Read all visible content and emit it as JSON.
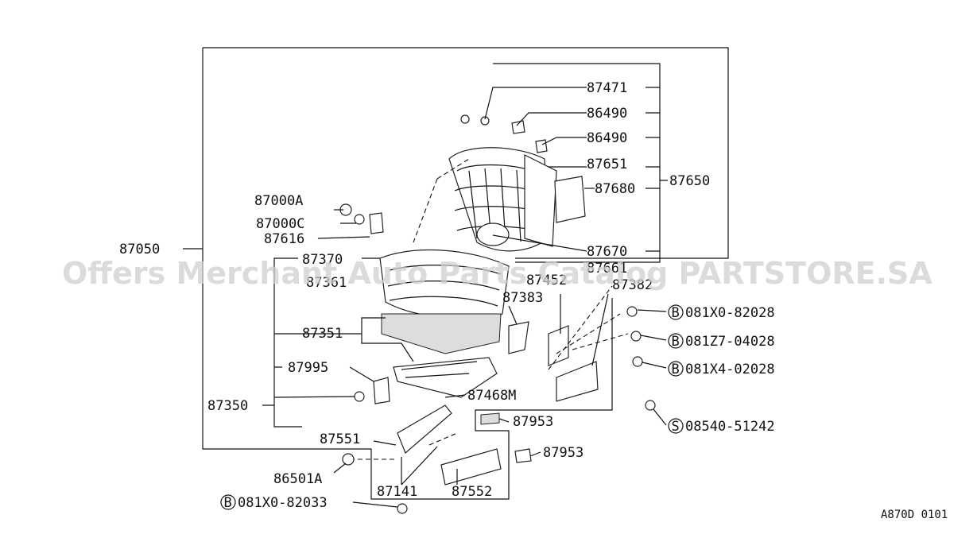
{
  "watermark": "Offers Merchant Auto Parts Catalog PARTSTORE.SA",
  "diagram_code": "A870D 0101",
  "labels": {
    "p87471": "87471",
    "p86490a": "86490",
    "p86490b": "86490",
    "p87651": "87651",
    "p87680": "87680",
    "p87650": "87650",
    "p87670": "87670",
    "p87661": "87661",
    "p87000A": "87000A",
    "p87000C": "87000C",
    "p87616": "87616",
    "p87050": "87050",
    "p87370": "87370",
    "p87361": "87361",
    "p87452": "87452",
    "p87382": "87382",
    "p87383": "87383",
    "p87351": "87351",
    "p87995": "87995",
    "p87468M": "87468M",
    "p87350": "87350",
    "p87953a": "87953",
    "p87953b": "87953",
    "p87551": "87551",
    "p86501A": "86501A",
    "p87141": "87141",
    "p87552": "87552"
  },
  "bolts": {
    "b1": {
      "prefix": "B",
      "number": "081X0-82028"
    },
    "b2": {
      "prefix": "B",
      "number": "081Z7-04028"
    },
    "b3": {
      "prefix": "B",
      "number": "081X4-02028"
    },
    "s1": {
      "prefix": "S",
      "number": "08540-51242"
    },
    "b4": {
      "prefix": "B",
      "number": "081X0-82033"
    }
  }
}
